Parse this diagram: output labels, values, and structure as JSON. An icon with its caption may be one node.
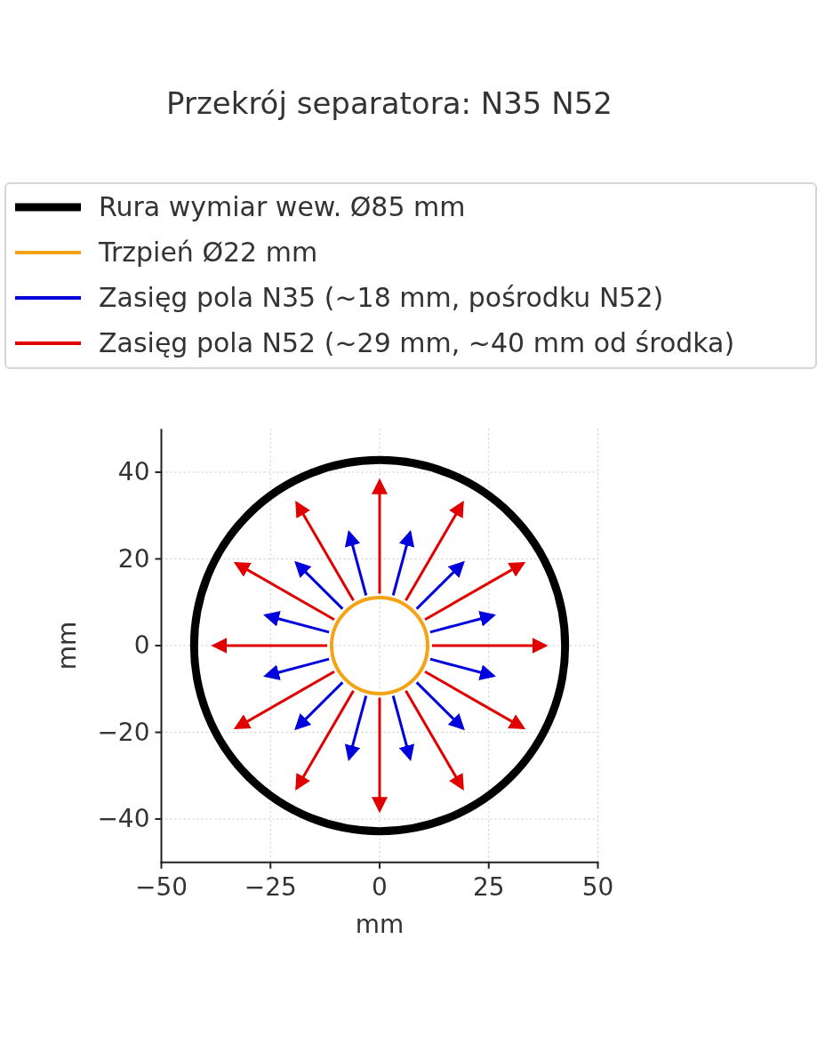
{
  "diagram": {
    "title": "Przekrój separatora: N35 N52",
    "labels": [
      "40",
      "20",
      "0",
      "−20",
      "−40",
      "mm",
      "−50",
      "−25",
      "0",
      "25",
      "50",
      "mm"
    ],
    "legend": [
      {
        "text": "Rura wymiar wew. Ø85 mm"
      },
      {
        "text": "Trzpień Ø22 mm"
      },
      {
        "text": "Zasięg pola N35 (~18 mm, pośrodku N52)"
      },
      {
        "text": "Zasięg pola N52 (~29 mm, ~40 mm od środka)"
      }
    ]
  }
}
